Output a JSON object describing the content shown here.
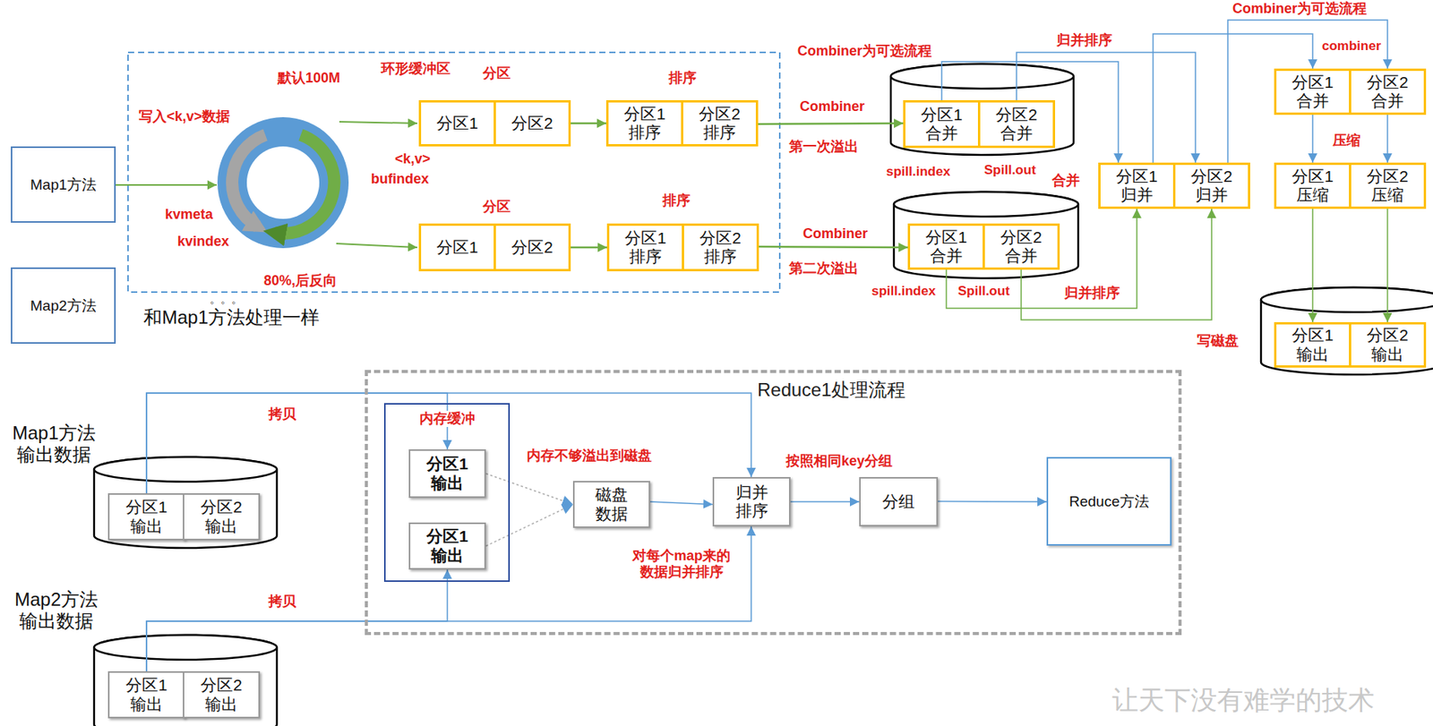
{
  "diagram": {
    "nodes": [
      {
        "text": [
          "Map1方法"
        ]
      },
      {
        "text": [
          "Map2方法"
        ]
      },
      {
        "text": [
          "分区1"
        ]
      },
      {
        "text": [
          "分区2"
        ]
      },
      {
        "text": [
          "分区1 排序"
        ]
      },
      {
        "text": [
          "分区2 排序"
        ]
      },
      {
        "text": [
          "分区1"
        ]
      },
      {
        "text": [
          "分区2"
        ]
      },
      {
        "text": [
          "分区1 排序"
        ]
      },
      {
        "text": [
          "分区2 排序"
        ]
      },
      {
        "text": [
          "分区1 合并"
        ]
      },
      {
        "text": [
          "分区2 合并"
        ]
      },
      {
        "text": [
          "分区1 合并"
        ]
      },
      {
        "text": [
          "分区2 合并"
        ]
      },
      {
        "text": [
          "分区1 归并"
        ]
      },
      {
        "text": [
          "分区2 归并"
        ]
      },
      {
        "text": [
          "分区1 合并"
        ]
      },
      {
        "text": [
          "分区2 合并"
        ]
      },
      {
        "text": [
          "分区1 压缩"
        ]
      },
      {
        "text": [
          "分区2 压缩"
        ]
      },
      {
        "text": [
          "分区1 输出"
        ]
      },
      {
        "text": [
          "分区2 输出"
        ]
      },
      {
        "text": [
          "分区1 输出"
        ]
      },
      {
        "text": [
          "分区2 输出"
        ]
      },
      {
        "text": [
          "分区1 输出"
        ]
      },
      {
        "text": [
          "分区2 输出"
        ]
      },
      {
        "text": [
          "Reduce1处理流程"
        ]
      },
      {
        "text": [
          "内存缓冲"
        ],
        "in": 26
      },
      {
        "text": [
          "分区1 输出"
        ],
        "in": 27
      },
      {
        "text": [
          "分区1 输出"
        ],
        "in": 27
      },
      {
        "text": [
          "磁盘 数据"
        ],
        "in": 26
      },
      {
        "text": [
          "归并 排序"
        ],
        "in": 26
      },
      {
        "text": [
          "分组"
        ],
        "in": 26
      },
      {
        "text": [
          "Reduce方法"
        ],
        "in": 26
      }
    ],
    "edges": [
      {
        "from": 3,
        "to": 4,
        "arrow": "to"
      },
      {
        "from": 7,
        "to": 8,
        "arrow": "to"
      },
      {
        "from": 5,
        "to": 10,
        "arrow": "to"
      },
      {
        "from": 9,
        "to": 12,
        "arrow": "to"
      },
      {
        "from": 10,
        "to": 14,
        "arrow": "to"
      },
      {
        "from": 11,
        "to": 15,
        "arrow": "to"
      },
      {
        "from": 12,
        "to": 14,
        "arrow": "to"
      },
      {
        "from": 13,
        "to": 15,
        "arrow": "to"
      },
      {
        "from": 14,
        "to": 16,
        "arrow": "to"
      },
      {
        "from": 15,
        "to": 17,
        "arrow": "to"
      },
      {
        "from": 16,
        "to": 18,
        "arrow": "to"
      },
      {
        "from": 17,
        "to": 19,
        "arrow": "to"
      },
      {
        "from": 18,
        "to": 20,
        "arrow": "to"
      },
      {
        "from": 19,
        "to": 21,
        "arrow": "to"
      },
      {
        "from": 22,
        "to": 28,
        "arrow": "to"
      },
      {
        "from": 22,
        "to": 31,
        "arrow": "to"
      },
      {
        "from": 24,
        "to": 29,
        "arrow": "to"
      },
      {
        "from": 24,
        "to": 31,
        "arrow": "to"
      },
      {
        "from": 28,
        "to": 30,
        "arrow": "to"
      },
      {
        "from": 29,
        "to": 30,
        "arrow": "to"
      },
      {
        "from": 30,
        "to": 31,
        "arrow": "to"
      },
      {
        "from": 31,
        "to": 32,
        "arrow": "to"
      },
      {
        "from": 32,
        "to": 33,
        "arrow": "to"
      }
    ],
    "labels": [
      "默认100M",
      "环形缓冲区",
      "分区",
      "排序",
      "写入<k,v>数据",
      "<k,v>",
      "bufindex",
      "kvmeta",
      "kvindex",
      "80%,后反向",
      "分区",
      "排序",
      "和Map1方法处理一样",
      "。。。",
      "Combiner为可选流程",
      "Combiner",
      "第一次溢出",
      "spill.index",
      "Spill.out",
      "Combiner",
      "第二次溢出",
      "spill.index",
      "Spill.out",
      "归并排序",
      "归并排序",
      "合并",
      "Combiner为可选流程",
      "combiner",
      "压缩",
      "写磁盘",
      "Map1方法 输出数据",
      "Map2方法 输出数据",
      "拷贝",
      "拷贝",
      "内存不够溢出到磁盘",
      "按照相同key分组",
      "对每个map来的 数据归并排序",
      "让天下没有难学的技术"
    ]
  }
}
